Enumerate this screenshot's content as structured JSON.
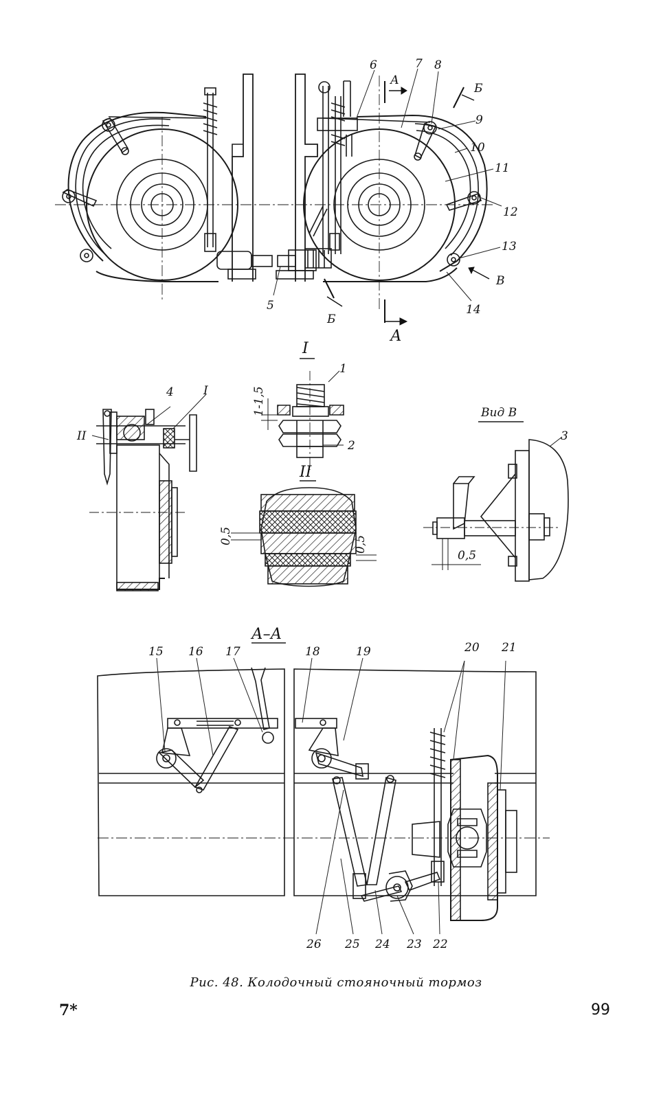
{
  "figure": {
    "caption": "Рис. 48. Колодочный стояночный тормоз",
    "folio_mark": "7*",
    "page_number": "99"
  },
  "views": {
    "detail_one": "I",
    "detail_two": "II",
    "view_v": "Вид В",
    "section_aa": "А–А"
  },
  "section_marks": {
    "a_top": "А",
    "a_bottom": "А",
    "b_top": "Б",
    "b_bottom": "Б",
    "v": "В"
  },
  "dimensions": {
    "gap_1": "1-1,5",
    "gap_2": "0,5",
    "gap_3": "0,5",
    "gap_4": "0,5"
  },
  "part_numbers": {
    "p1": "1",
    "p2": "2",
    "p3": "3",
    "p4": "4",
    "p5": "5",
    "p6": "6",
    "p7": "7",
    "p8": "8",
    "p9": "9",
    "p10": "10",
    "p11": "11",
    "p12": "12",
    "p13": "13",
    "p14": "14",
    "p15": "15",
    "p16": "16",
    "p17": "17",
    "p18": "18",
    "p19": "19",
    "p20": "20",
    "p21": "21",
    "p22": "22",
    "p23": "23",
    "p24": "24",
    "p25": "25",
    "p26": "26",
    "detail_ref_one": "I",
    "detail_ref_two": "II"
  }
}
